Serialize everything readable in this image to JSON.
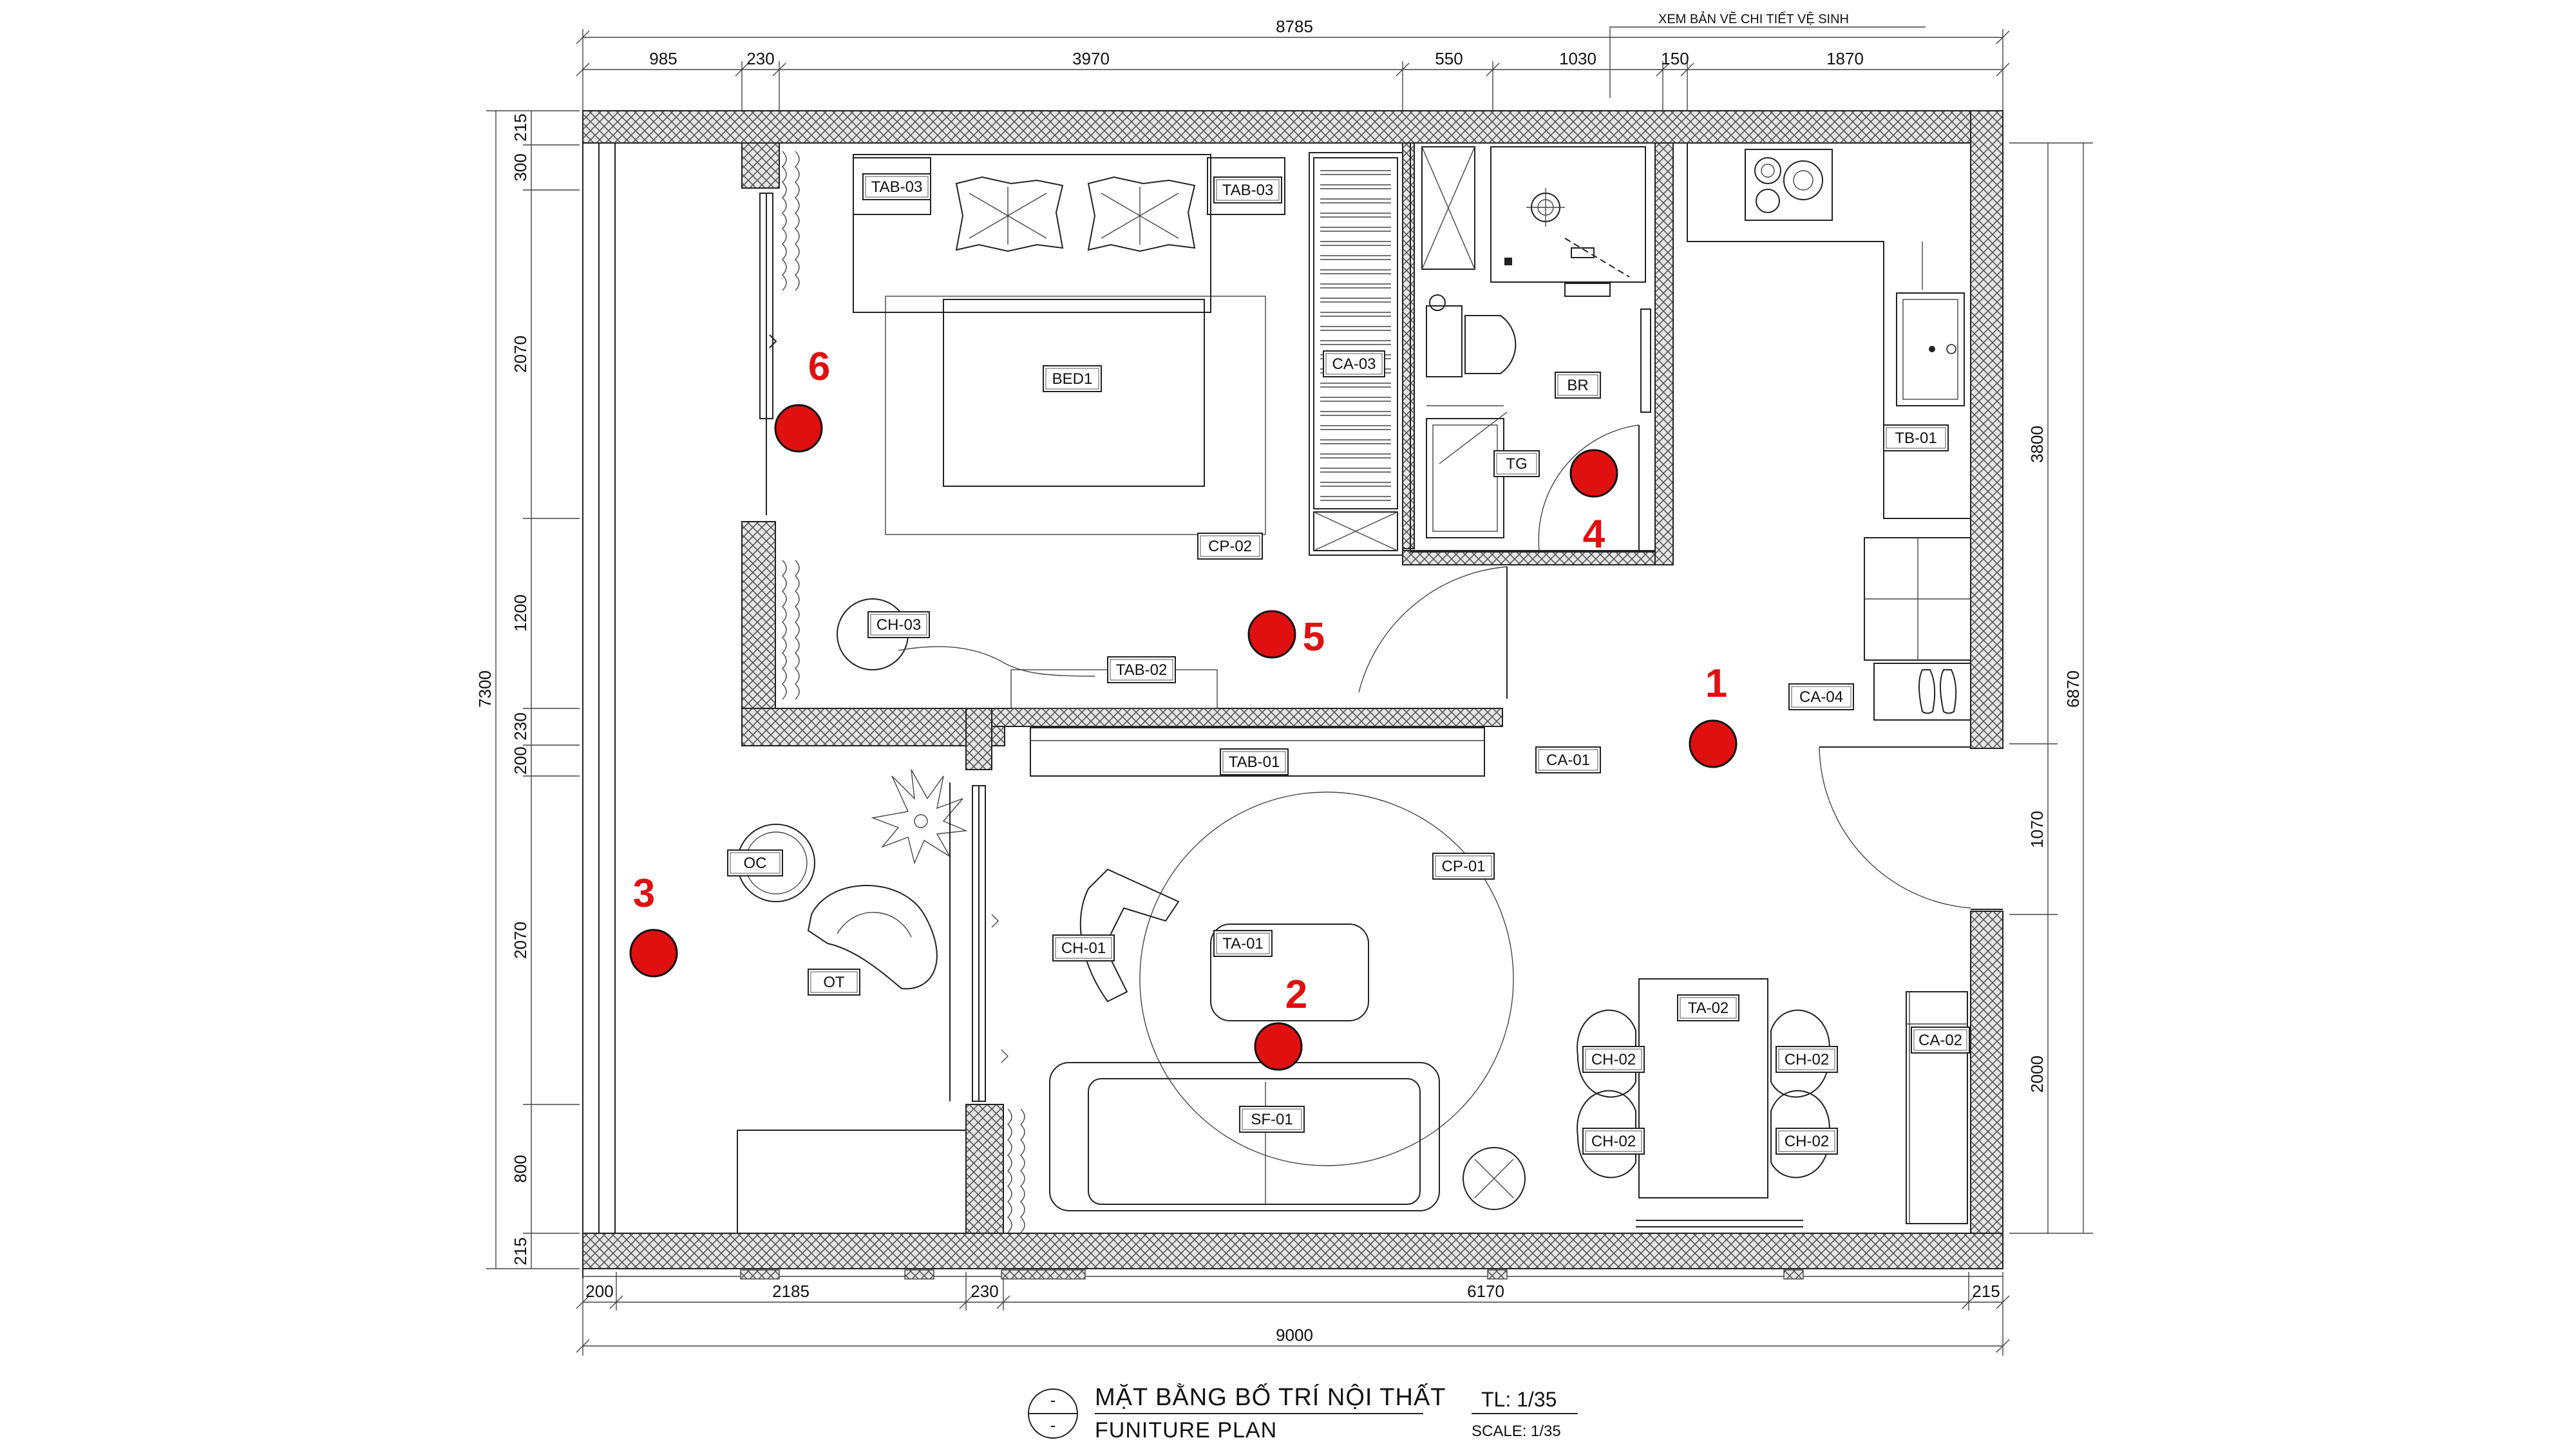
{
  "plan": {
    "title_vi": "MẶT BẰNG BỐ TRÍ NỘI THẤT",
    "title_en": "FUNITURE PLAN",
    "scale_vi": "TL: 1/35",
    "scale_en": "SCALE: 1/35",
    "note": "XEM BẢN VẼ CHI TIẾT VỆ SINH",
    "title_symbol_top": "-",
    "title_symbol_bottom": "-"
  },
  "dimensions": {
    "top_total": "8785",
    "top": [
      "985",
      "230",
      "3970",
      "550",
      "1030",
      "150",
      "1870"
    ],
    "bottom_total": "9000",
    "bottom": [
      "200",
      "2185",
      "230",
      "6170",
      "215"
    ],
    "left_total": "7300",
    "left": [
      "215",
      "300",
      "2070",
      "1200",
      "230",
      "200",
      "2070",
      "800",
      "215"
    ],
    "right_total": "6870",
    "right": [
      "3800",
      "1070",
      "2000"
    ]
  },
  "tags": {
    "tab03_left": "TAB-03",
    "tab03_right": "TAB-03",
    "bed1": "BED1",
    "ca03": "CA-03",
    "br": "BR",
    "tg": "TG",
    "tb01": "TB-01",
    "cp02": "CP-02",
    "ch03": "CH-03",
    "tab02": "TAB-02",
    "ca04": "CA-04",
    "tab01": "TAB-01",
    "ca01": "CA-01",
    "oc": "OC",
    "ot": "OT",
    "cp01": "CP-01",
    "ch01": "CH-01",
    "ta01": "TA-01",
    "ta02": "TA-02",
    "ca02": "CA-02",
    "ch02_1": "CH-02",
    "ch02_2": "CH-02",
    "ch02_3": "CH-02",
    "ch02_4": "CH-02",
    "sf01": "SF-01"
  },
  "markers": [
    "1",
    "2",
    "3",
    "4",
    "5",
    "6"
  ],
  "colors": {
    "marker": "#e01010",
    "wall_fill": "#d9d9d9",
    "line": "#222222"
  }
}
